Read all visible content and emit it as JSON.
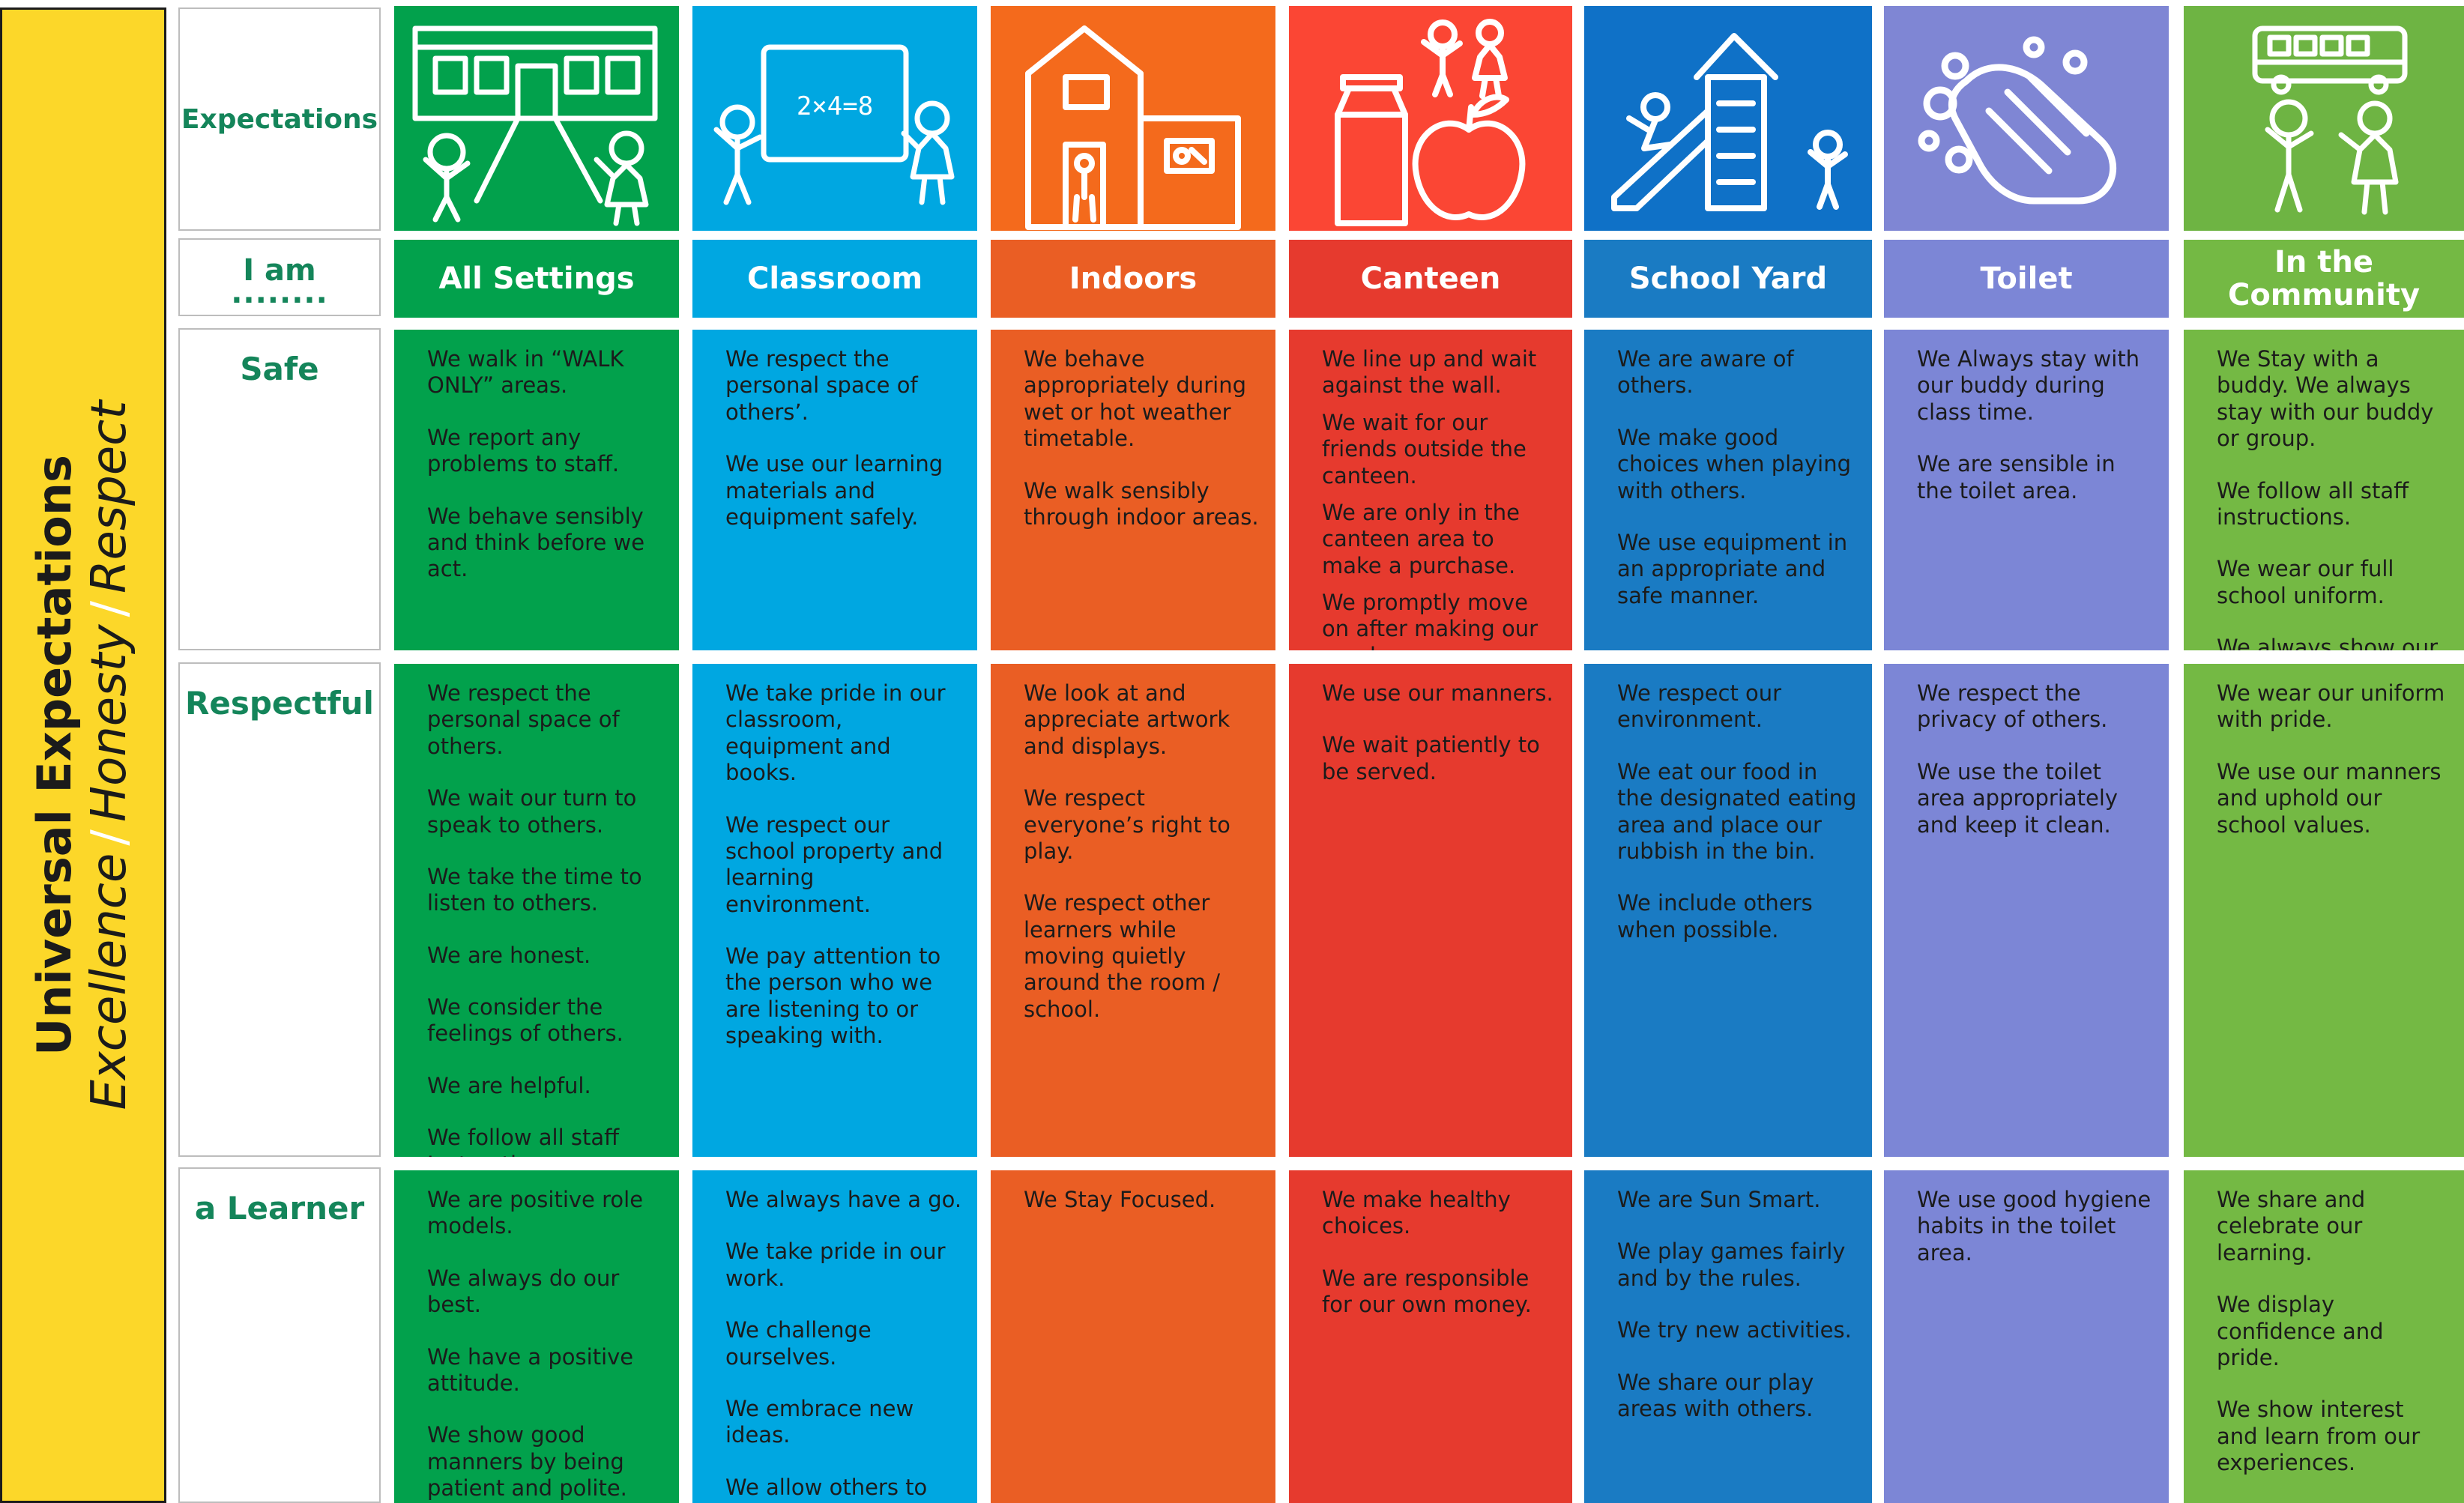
{
  "banner": {
    "title": "Universal Expectations",
    "values": [
      "Excellence",
      "Honesty",
      "Respect"
    ]
  },
  "labels": {
    "expectations": "Expectations",
    "i_am": "I am",
    "i_am_dots": "........",
    "rows": [
      "Safe",
      "Respectful",
      "a Learner"
    ]
  },
  "columns": [
    {
      "name": "All Settings",
      "color": "#02a14c",
      "icon": "school-building-children-icon",
      "cells": [
        [
          "We walk in “WALK ONLY” areas.",
          "We report any problems to staff.",
          "We behave sensibly and think before we act."
        ],
        [
          "We respect the personal space of others.",
          "We wait our turn to speak to others.",
          "We take the time to listen to others.",
          "We are honest.",
          "We consider the feelings of others.",
          "We are helpful.",
          "We follow all staff Instructions."
        ],
        [
          "We are positive role models.",
          "We always do our best.",
          "We have a positive attitude.",
          "We show good manners by being patient and polite."
        ]
      ]
    },
    {
      "name": "Classroom",
      "color": "#00a7e1",
      "icon": "whiteboard-children-icon",
      "cells": [
        [
          "We respect the personal space of others’.",
          "We use our learning materials and equipment safely."
        ],
        [
          "We take pride in our classroom, equipment and books.",
          "We respect our school property and learning environment.",
          "We pay attention to the person who we are listening to or speaking with."
        ],
        [
          "We always have a go.",
          "We take pride in our work.",
          "We challenge ourselves.",
          "We embrace new ideas.",
          "We allow others to learn."
        ]
      ]
    },
    {
      "name": "Indoors",
      "color": "#ea5e24",
      "iconbg": "#f46a1c",
      "icon": "house-icon",
      "cells": [
        [
          "We behave appropriately during wet or hot weather timetable.",
          "We walk sensibly through indoor areas."
        ],
        [
          "We look at and appreciate artwork and displays.",
          "We respect everyone’s right to play.",
          "We respect other learners while moving quietly around the room / school."
        ],
        [
          "We Stay Focused."
        ]
      ]
    },
    {
      "name": "Canteen",
      "color": "#e63a2e",
      "iconbg": "#fb4634",
      "icon": "apple-milk-icon",
      "cells": [
        [
          "We line up and wait against the wall.",
          "We wait for our friends outside the canteen.",
          "We are only in the canteen area to make a purchase.",
          "We promptly move on after making our purchase."
        ],
        [
          "We use our manners.",
          "We wait patiently to be served."
        ],
        [
          "We make healthy choices.",
          "We are responsible for our own money."
        ]
      ]
    },
    {
      "name": "School Yard",
      "color": "#1a7bc3",
      "iconbg": "#0f71c7",
      "icon": "playground-slide-icon",
      "cells": [
        [
          "We are aware of others.",
          "We make good choices when playing with others.",
          "We use equipment in an appropriate and safe manner."
        ],
        [
          "We respect our environment.",
          "We eat our food in the designated eating area and place our rubbish in the bin.",
          "We include others when possible."
        ],
        [
          "We are Sun Smart.",
          "We play games fairly and by the rules.",
          "We try new activities.",
          "We share our play areas with others."
        ]
      ]
    },
    {
      "name": "Toilet",
      "color": "#7c86d6",
      "iconbg": "#7f86d4",
      "icon": "handwashing-icon",
      "cells": [
        [
          "We Always stay with our buddy during class time.",
          "We are sensible in the toilet area."
        ],
        [
          "We respect the privacy of others.",
          "We use the toilet area appropriately and keep it clean."
        ],
        [
          "We use good hygiene habits in the toilet area."
        ]
      ]
    },
    {
      "name": "In the Community",
      "color": "#74b944",
      "iconbg": "#6eb443",
      "icon": "bus-children-icon",
      "cells": [
        [
          "We Stay with a buddy. We always stay with our buddy or group.",
          "We follow all staff instructions.",
          "We wear our full school uniform.",
          "We always show our best behaviour."
        ],
        [
          "We wear our uniform with pride.",
          "We use our manners and uphold our school values."
        ],
        [
          "We share and celebrate our learning.",
          "We display confidence and pride.",
          "We show interest and learn from our experiences."
        ]
      ]
    }
  ]
}
